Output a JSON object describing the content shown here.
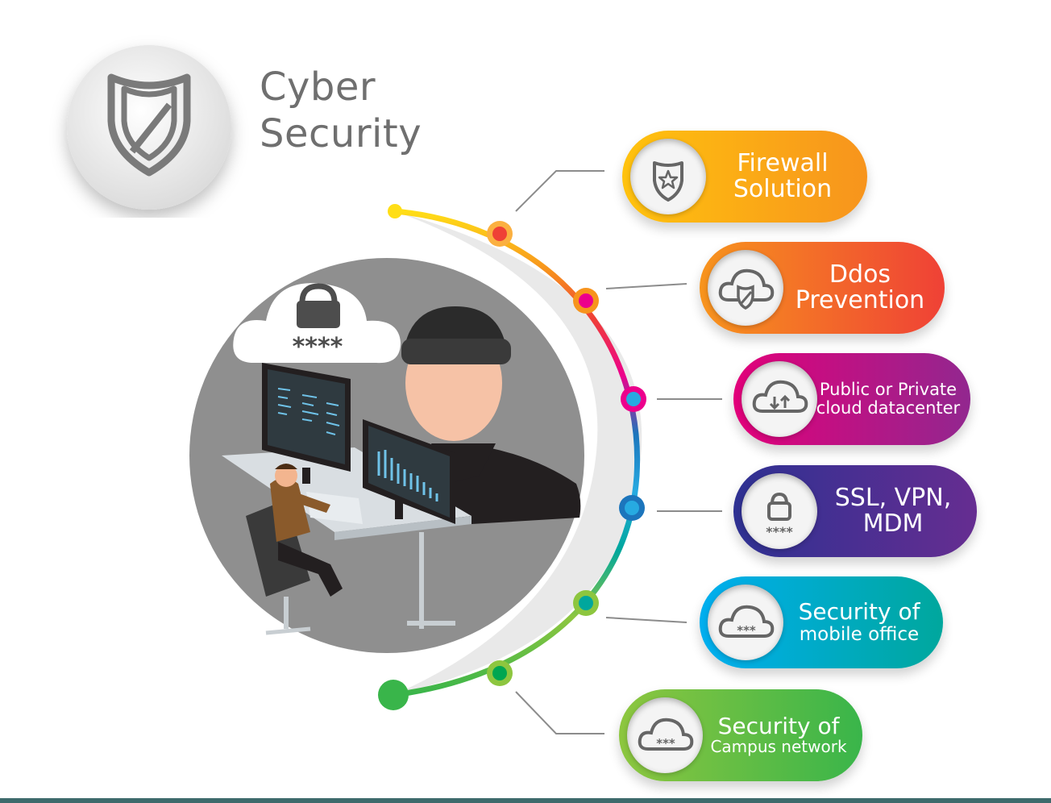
{
  "title": {
    "line1": "Cyber",
    "line2": "Security"
  },
  "cloud_password": "****",
  "items": [
    {
      "line1": "Firewall",
      "line2": "Solution",
      "icon": "shield-star-icon",
      "color_from": "#ffc20e",
      "color_to": "#f7941d"
    },
    {
      "line1": "Ddos",
      "line2": "Prevention",
      "icon": "cloud-shield-icon",
      "color_from": "#f7941d",
      "color_to": "#ef4136"
    },
    {
      "line1": "Public or Private",
      "line2": "cloud datacenter",
      "icon": "cloud-sync-icon",
      "color_from": "#e2007a",
      "color_to": "#92278f"
    },
    {
      "line1": "SSL, VPN,",
      "line2": "MDM",
      "icon": "padlock-icon",
      "icon_text": "****",
      "color_from": "#2e3192",
      "color_to": "#662d91"
    },
    {
      "line1": "Security of",
      "line2": "mobile office",
      "icon": "cloud-password-icon",
      "icon_text": "***",
      "color_from": "#00aeef",
      "color_to": "#00a79d"
    },
    {
      "line1": "Security of",
      "line2": "Campus network",
      "icon": "cloud-password-icon",
      "icon_text": "***",
      "color_from": "#8dc63f",
      "color_to": "#39b54a"
    }
  ],
  "arc_colors": [
    "#ffde17",
    "#f7941d",
    "#ef4136",
    "#ec008c",
    "#1c75bc",
    "#27aae1",
    "#00a79d",
    "#8dc63f",
    "#39b54a"
  ]
}
